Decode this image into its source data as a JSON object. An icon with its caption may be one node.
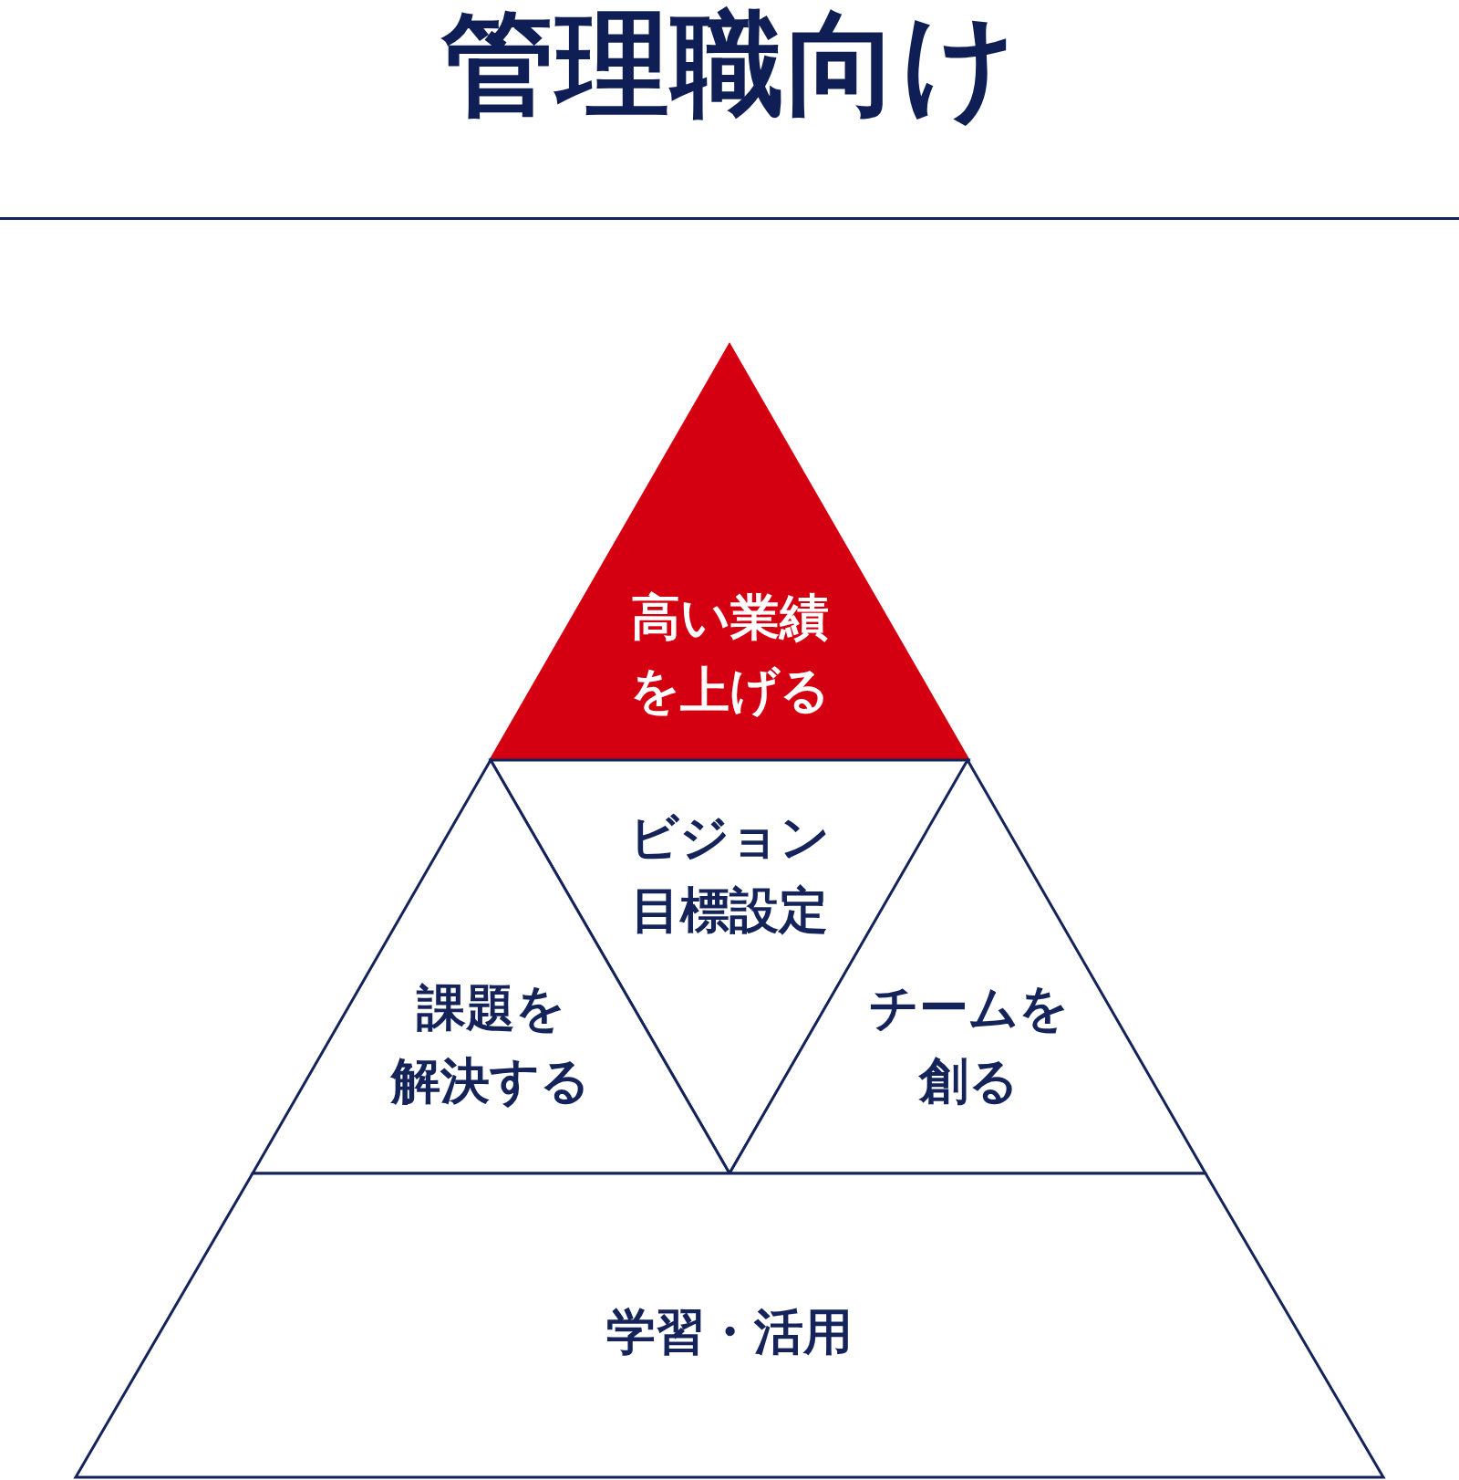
{
  "diagram": {
    "title": "管理職向け",
    "nodes": [
      {
        "text": [
          "高い業績を上げる"
        ]
      },
      {
        "text": [
          "ビジョン目標設定"
        ]
      },
      {
        "text": [
          "課題を解決する"
        ]
      },
      {
        "text": [
          "チームを創る"
        ]
      },
      {
        "text": [
          "学習・活用"
        ]
      }
    ],
    "edges": []
  }
}
